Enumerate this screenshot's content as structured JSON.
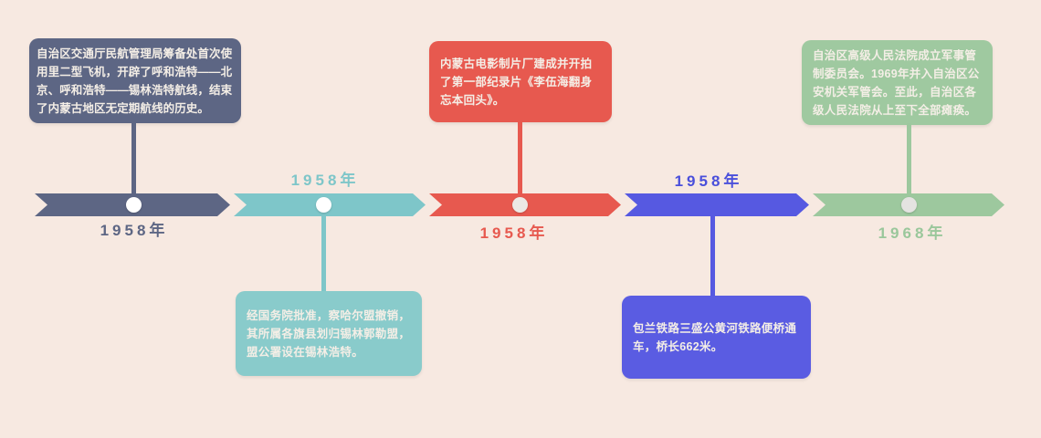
{
  "background_color": "#f7e9e1",
  "timeline": {
    "items": [
      {
        "year": "1958年",
        "card_position": "above",
        "year_position": "below",
        "accent_color": "#5d6684",
        "has_dot": true,
        "text": "自治区交通厅民航管理局筹备处首次使用里二型飞机，开辟了呼和浩特——北京、呼和浩特——锡林浩特航线，结束了内蒙古地区无定期航线的历史。"
      },
      {
        "year": "1958年",
        "card_position": "below",
        "year_position": "above",
        "accent_color": "#7ec6c9",
        "has_dot": true,
        "text": "经国务院批准，察哈尔盟撤销，其所属各旗县划归锡林郭勒盟，盟公署设在锡林浩特。"
      },
      {
        "year": "1958年",
        "card_position": "above",
        "year_position": "below",
        "accent_color": "#e7594f",
        "has_dot": true,
        "text": "内蒙古电影制片厂建成并开拍了第一部纪录片《李伍海翻身忘本回头》。"
      },
      {
        "year": "1958年",
        "card_position": "below",
        "year_position": "above",
        "accent_color": "#5659e1",
        "has_dot": false,
        "text": "包兰铁路三盛公黄河铁路便桥通车，桥长662米。"
      },
      {
        "year": "1968年",
        "card_position": "above",
        "year_position": "below",
        "accent_color": "#9dc89e",
        "has_dot": true,
        "text": "自治区高级人民法院成立军事管制委员会。1969年并入自治区公安机关军管会。至此，自治区各级人民法院从上至下全部瘫痪。"
      }
    ]
  }
}
